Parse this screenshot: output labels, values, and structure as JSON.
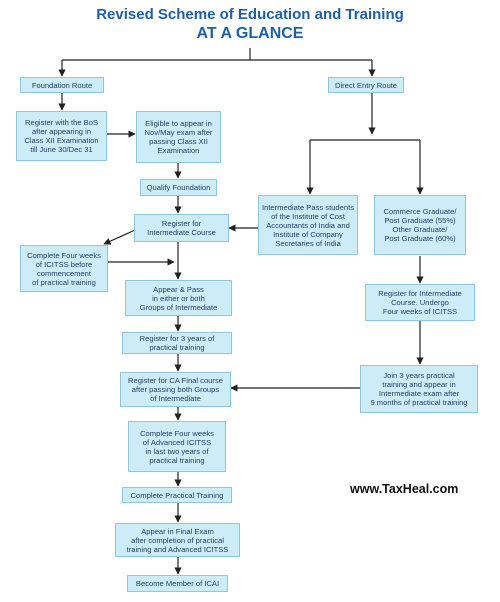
{
  "header": {
    "title": "Revised Scheme of Education and Training",
    "subtitle": "AT A GLANCE"
  },
  "boxes": {
    "foundation_route": "Foundation Route",
    "direct_entry_route": "Direct Entry Route",
    "register_bos": "Register with the BoS\nafter appearing in\nClass XII Examination\ntill June 30/Dec 31",
    "eligible_exam": "Eligible to appear in\nNov/May exam after\npassing Class XII\nExamination",
    "qualify_foundation": "Qualify Foundation",
    "intermediate_pass": "Intermediate Pass students\nof the Institute of Cost\nAccountants of India and\nInstitute of Company\nSecretaries of India",
    "commerce_graduate": "Commerce Graduate/\nPost Graduate (55%)\nOther Graduate/\nPost Graduate (60%)",
    "register_intermediate": "Register for\nIntermediate Course",
    "complete_icitss": "Complete Four weeks\nof ICITSS before\ncommencement\nof practical training",
    "appear_pass": "Appear & Pass\nin either or both\nGroups of Intermediate",
    "register_intermediate_right": "Register for Intermediate\nCourse. Undergo\nFour weeks of ICITSS",
    "register_practical": "Register for 3 years of\npractical training",
    "join_practical": "Join 3 years practical\ntraining and appear in\nIntermediate exam after\n9 months of practical training",
    "register_final": "Register for CA Final course\nafter passing both Groups\nof Intermediate",
    "advanced_icitss": "Complete Four weeks\nof Advanced ICITSS\nin last two years of\npractical training",
    "complete_practical": "Complete Practical Training",
    "final_exam": "Appear in Final Exam\nafter completion of practical\ntraining and Advanced ICITSS",
    "become_member": "Become Member of ICAI"
  },
  "watermark": "www.TaxHeal.com",
  "colors": {
    "box_fill": "#ccecf8",
    "box_border": "#8fc6e0",
    "title": "#1f5fa8",
    "box_text": "#1f3f6e",
    "arrow": "#222222"
  }
}
